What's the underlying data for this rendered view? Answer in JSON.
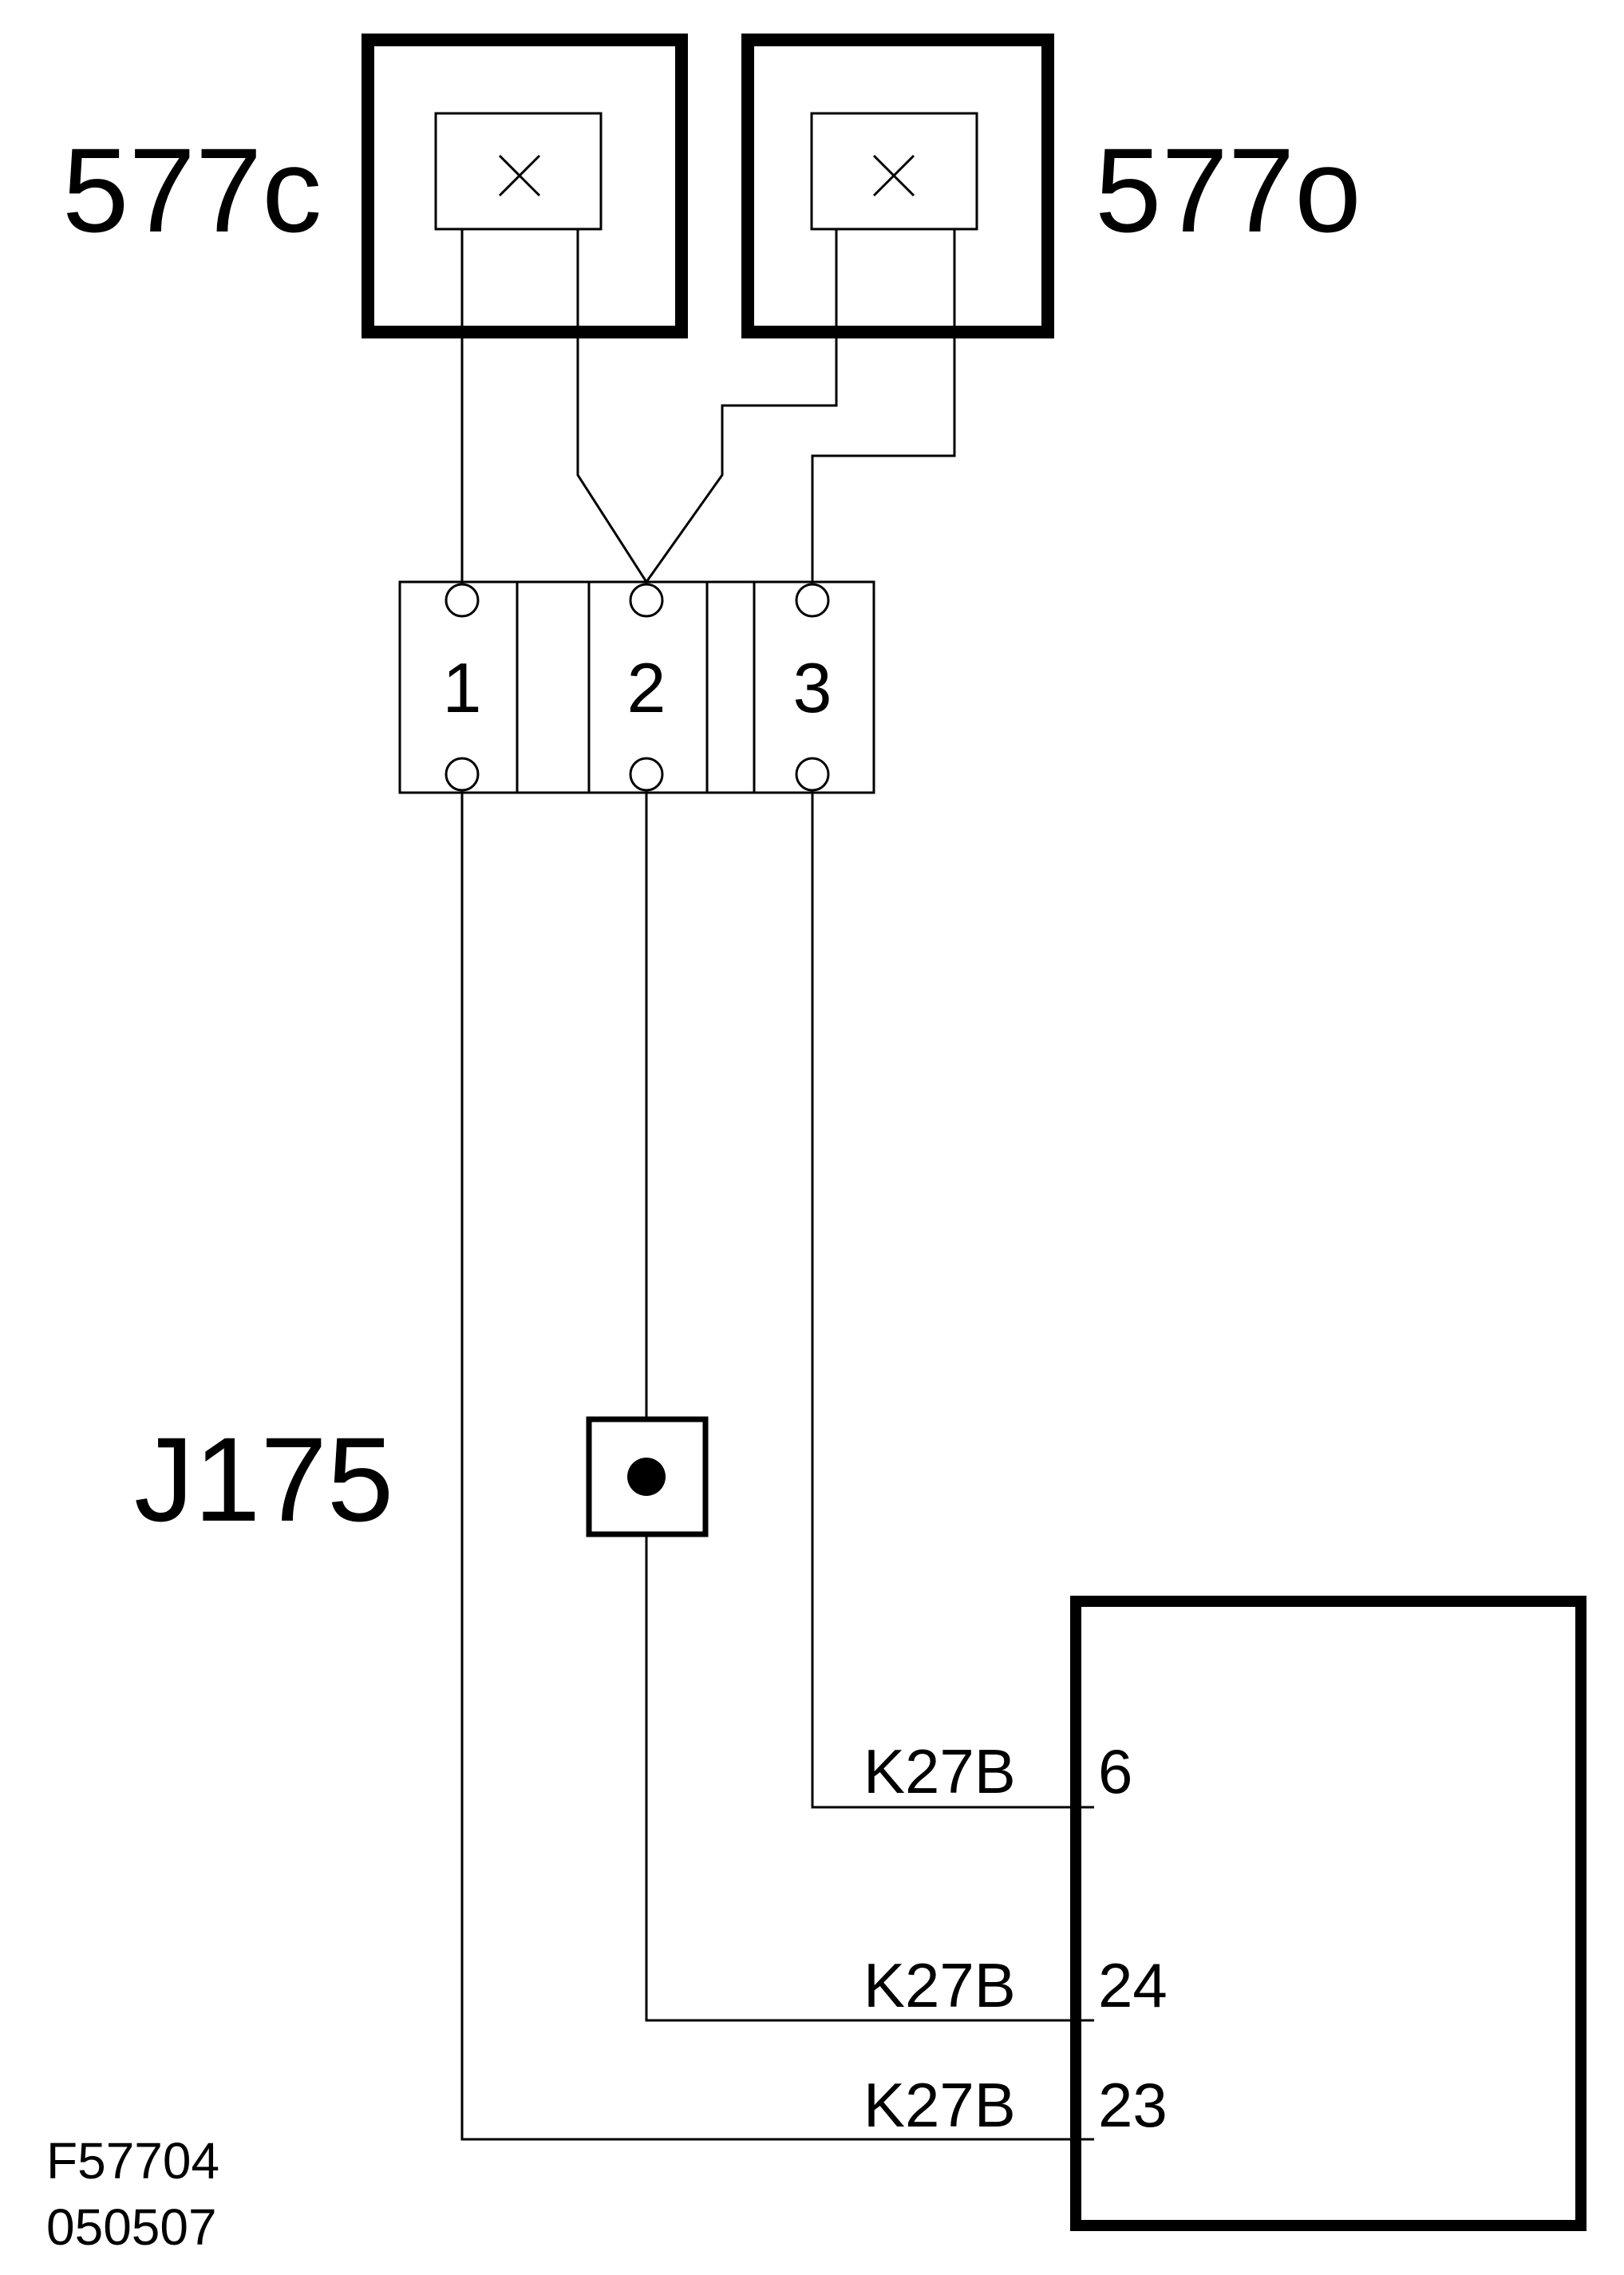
{
  "components": {
    "left_switch": {
      "label": "577c"
    },
    "right_switch": {
      "label": "577o"
    },
    "junction": {
      "label": "J175"
    }
  },
  "connector": {
    "pins": [
      "1",
      "2",
      "3"
    ]
  },
  "module": {
    "connections": [
      {
        "wire": "K27B",
        "pin": "6"
      },
      {
        "wire": "K27B",
        "pin": "24"
      },
      {
        "wire": "K27B",
        "pin": "23"
      }
    ]
  },
  "footer": {
    "figure_id": "F57704",
    "date_code": "050507"
  }
}
